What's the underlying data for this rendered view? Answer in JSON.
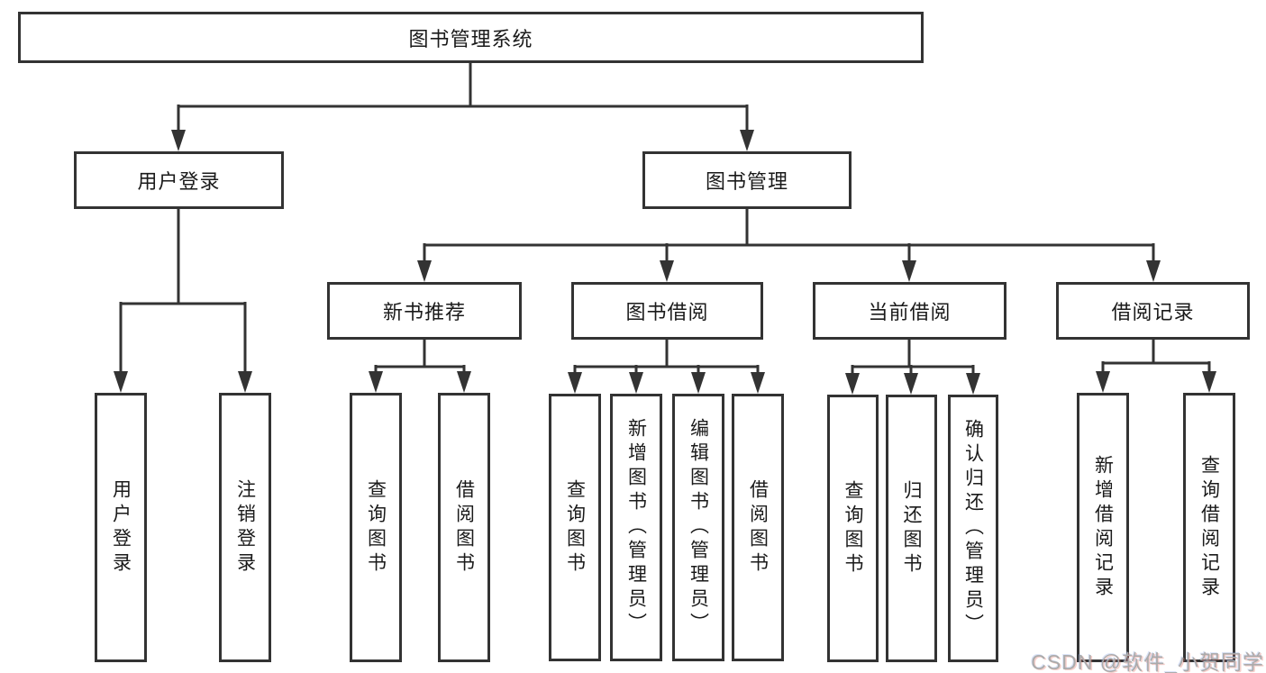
{
  "root": {
    "label": "图书管理系统"
  },
  "level2": {
    "user_login": "用户登录",
    "book_management": "图书管理"
  },
  "level3": {
    "new_book_recommend": "新书推荐",
    "book_borrowing": "图书借阅",
    "current_borrowing": "当前借阅",
    "borrowing_records": "借阅记录"
  },
  "leaves": {
    "user_login": "用户登录",
    "logout": "注销登录",
    "new_query_books": "查询图书",
    "new_borrow_books": "借阅图书",
    "borrow_query_books": "查询图书",
    "borrow_add_books_admin": "新增图书（管理员）",
    "borrow_edit_books_admin": "编辑图书（管理员）",
    "borrow_borrow_books": "借阅图书",
    "current_query_books": "查询图书",
    "current_return_books": "归还图书",
    "current_confirm_return_admin": "确认归还（管理员）",
    "records_add_record": "新增借阅记录",
    "records_query_record": "查询借阅记录"
  },
  "watermark": "CSDN @软件_小贺同学",
  "colors": {
    "line": "#333333",
    "text": "#1a1a1a",
    "watermark": "#ababab",
    "background": "#ffffff"
  }
}
